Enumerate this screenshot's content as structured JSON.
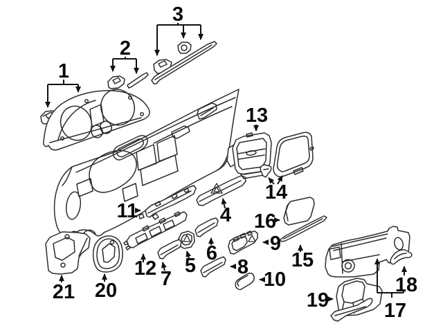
{
  "figure": {
    "kind": "exploded-parts-diagram",
    "subject": "instrument-panel-components"
  },
  "colors": {
    "background": "#ffffff",
    "line_art": "#2b2b2b",
    "callout_text": "#0a0a0a"
  },
  "icons": {
    "hazard_triangle": "triangle-outline"
  },
  "callouts": [
    {
      "n": "1"
    },
    {
      "n": "2"
    },
    {
      "n": "3"
    },
    {
      "n": "4"
    },
    {
      "n": "5"
    },
    {
      "n": "6"
    },
    {
      "n": "7"
    },
    {
      "n": "8"
    },
    {
      "n": "9"
    },
    {
      "n": "10"
    },
    {
      "n": "11"
    },
    {
      "n": "12"
    },
    {
      "n": "13"
    },
    {
      "n": "14"
    },
    {
      "n": "15"
    },
    {
      "n": "16"
    },
    {
      "n": "17"
    },
    {
      "n": "18"
    },
    {
      "n": "19"
    },
    {
      "n": "20"
    },
    {
      "n": "21"
    }
  ]
}
